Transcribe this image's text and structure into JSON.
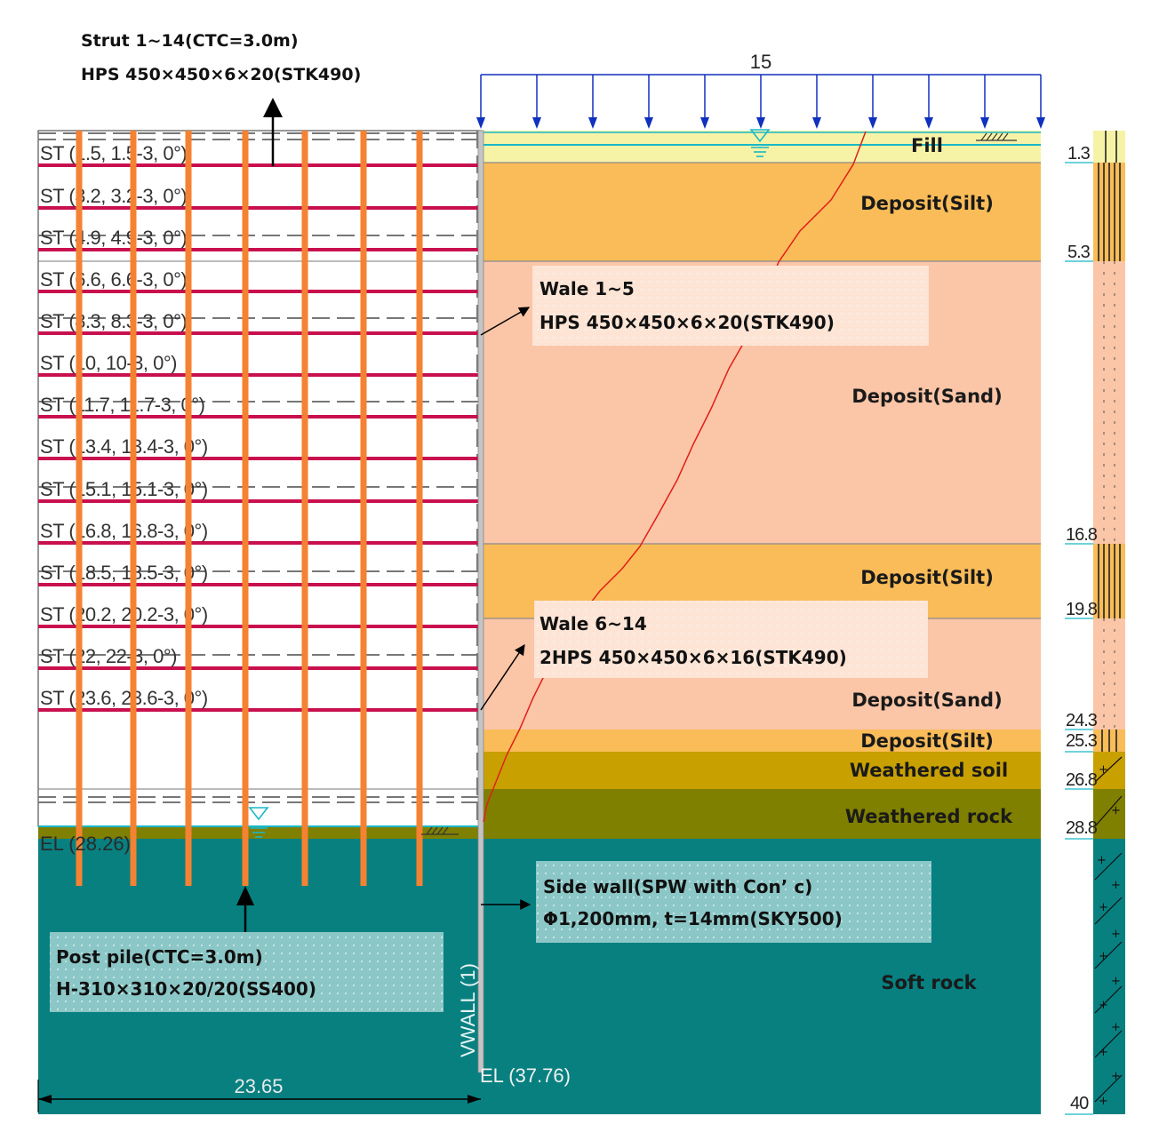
{
  "header": {
    "strut_line1": "Strut  1~14(CTC=3.0m)",
    "strut_line2": "HPS  450×450×6×20(STK490)",
    "load_value": "15"
  },
  "wale_1": {
    "line1": "Wale  1~5",
    "line2": "HPS  450×450×6×20(STK490)"
  },
  "wale_2": {
    "line1": "Wale  6~14",
    "line2": "2HPS  450×450×6×16(STK490)"
  },
  "side_wall": {
    "line1": "Side  wall(SPW  with  Con’ c)",
    "line2": "Φ1,200mm,  t=14mm(SKY500)"
  },
  "post_pile": {
    "line1": "Post  pile(CTC=3.0m)",
    "line2": "H-310×310×20/20(SS400)"
  },
  "wall_label": "VWALL (1)",
  "elevations": {
    "bottom_excavation": "EL (28.26)",
    "wall_toe": "EL (37.76)"
  },
  "dimensions": {
    "excavation_width": "23.65"
  },
  "struts": [
    "ST (1.5, 1.5-3, 0°)",
    "ST (3.2, 3.2-3, 0°)",
    "ST (4.9, 4.9-3, 0°)",
    "ST (6.6, 6.6-3, 0°)",
    "ST (8.3, 8.3-3, 0°)",
    "ST (10, 10-3, 0°)",
    "ST (11.7, 11.7-3, 0°)",
    "ST (13.4, 13.4-3, 0°)",
    "ST (15.1, 15.1-3, 0°)",
    "ST (16.8, 16.8-3, 0°)",
    "ST (18.5, 18.5-3, 0°)",
    "ST (20.2, 20.2-3, 0°)",
    "ST (22, 22-3, 0°)",
    "ST (23.6, 23.6-3, 0°)"
  ],
  "layers": [
    {
      "name": "Fill",
      "color": "#f7f3a6"
    },
    {
      "name": "Deposit(Silt)",
      "color": "#f9bc58"
    },
    {
      "name": "Deposit(Sand)",
      "color": "#fbc5a7"
    },
    {
      "name": "Deposit(Silt)",
      "color": "#f9bc58"
    },
    {
      "name": "Deposit(Sand)",
      "color": "#fbc5a7"
    },
    {
      "name": "Deposit(Silt)",
      "color": "#f9bc58"
    },
    {
      "name": "Weathered  soil",
      "color": "#c8a000"
    },
    {
      "name": "Weathered  rock",
      "color": "#7f7f00"
    },
    {
      "name": "Soft  rock",
      "color": "#088080"
    }
  ],
  "depth_labels": [
    "1.3",
    "5.3",
    "16.8",
    "19.8",
    "24.3",
    "25.3",
    "26.8",
    "28.8",
    "40"
  ],
  "colors": {
    "strut": "#c8104d",
    "pile": "#f58232",
    "wall": "#c0c0c0",
    "load_arrow": "#1030c0",
    "deformation": "#e0201a",
    "water": "#18b8c8"
  }
}
